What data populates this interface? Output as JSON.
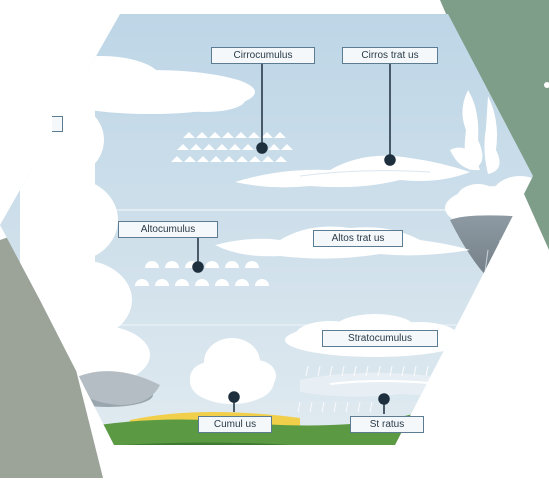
{
  "colors": {
    "sky": "#c9dbe8",
    "ground": "#4f8a3a",
    "accent_green": "#7f9e8a",
    "accent_gray": "#9ca49a",
    "marker": "#1e2f3e"
  },
  "cloud_labels": {
    "cirrocumulus": "Cirrocumulus",
    "cirrostratus": "Cirros trat us",
    "altocumulus": "Altocumulus",
    "altostratus": "Altos trat us",
    "stratocumulus": "Stratocumulus",
    "cumulus": "Cumul us",
    "stratus": "St ratus"
  }
}
